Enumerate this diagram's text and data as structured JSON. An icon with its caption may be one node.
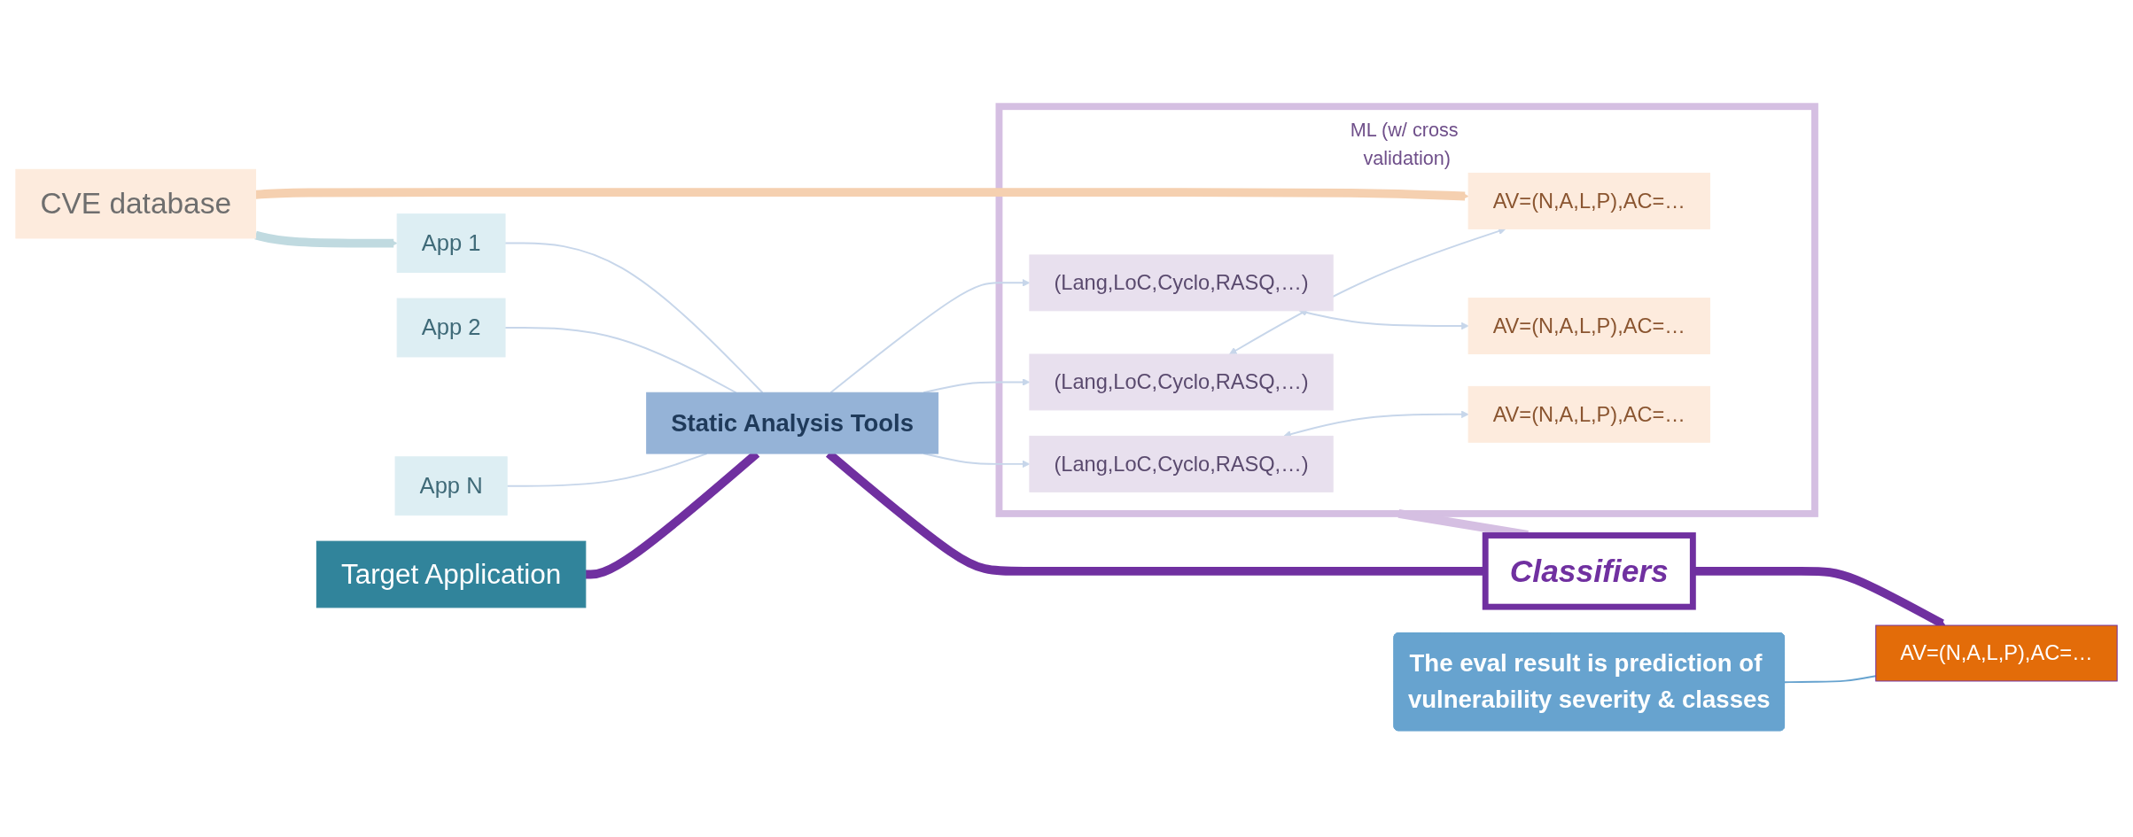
{
  "diagram": {
    "nodes": [
      {
        "text": [
          "CVE database"
        ]
      },
      {
        "text": [
          "App 1"
        ]
      },
      {
        "text": [
          "App 2"
        ]
      },
      {
        "text": [
          "App N"
        ]
      },
      {
        "text": [
          "Static Analysis Tools"
        ]
      },
      {
        "text": [
          "ML (w/ cross validation)"
        ]
      },
      {
        "text": [
          "(Lang,LoC,Cyclo,RASQ,…)"
        ],
        "in": 5
      },
      {
        "text": [
          "(Lang,LoC,Cyclo,RASQ,…)"
        ],
        "in": 5
      },
      {
        "text": [
          "(Lang,LoC,Cyclo,RASQ,…)"
        ],
        "in": 5
      },
      {
        "text": [
          "AV=(N,A,L,P),AC=…"
        ],
        "in": 5
      },
      {
        "text": [
          "AV=(N,A,L,P),AC=…"
        ],
        "in": 5
      },
      {
        "text": [
          "AV=(N,A,L,P),AC=…"
        ],
        "in": 5
      },
      {
        "text": [
          "Target Application"
        ]
      },
      {
        "text": [
          "Classifiers"
        ]
      },
      {
        "text": [
          "AV=(N,A,L,P),AC=…"
        ]
      },
      {
        "text": [
          "The eval result is prediction of vulnerability severity & classes"
        ]
      }
    ],
    "edges": [
      {
        "from": 0,
        "to": 1,
        "arrow": "to",
        "style": "thick",
        "color": "#c0dae0"
      },
      {
        "from": 0,
        "to": 9,
        "arrow": "to",
        "style": "thick",
        "color": "#f5d0b0"
      },
      {
        "from": 1,
        "to": 4,
        "arrow": "none"
      },
      {
        "from": 2,
        "to": 4,
        "arrow": "none"
      },
      {
        "from": 3,
        "to": 4,
        "arrow": "none"
      },
      {
        "from": 4,
        "to": 6,
        "arrow": "to"
      },
      {
        "from": 4,
        "to": 7,
        "arrow": "to"
      },
      {
        "from": 4,
        "to": 8,
        "arrow": "to"
      },
      {
        "from": 6,
        "to": 9,
        "arrow": "both"
      },
      {
        "from": 7,
        "to": 10,
        "arrow": "both"
      },
      {
        "from": 8,
        "to": 11,
        "arrow": "both"
      },
      {
        "from": 12,
        "to": 4,
        "arrow": "none",
        "style": "thick",
        "color": "#7030a0"
      },
      {
        "from": 4,
        "to": 13,
        "arrow": "none",
        "style": "thick",
        "color": "#7030a0"
      },
      {
        "from": 5,
        "to": 13,
        "arrow": "to",
        "style": "thick",
        "color": "#d5bfe2"
      },
      {
        "from": 13,
        "to": 14,
        "arrow": "to",
        "style": "thick",
        "color": "#7030a0"
      },
      {
        "from": 15,
        "to": 14,
        "arrow": "none",
        "color": "#67a3cf"
      }
    ]
  }
}
